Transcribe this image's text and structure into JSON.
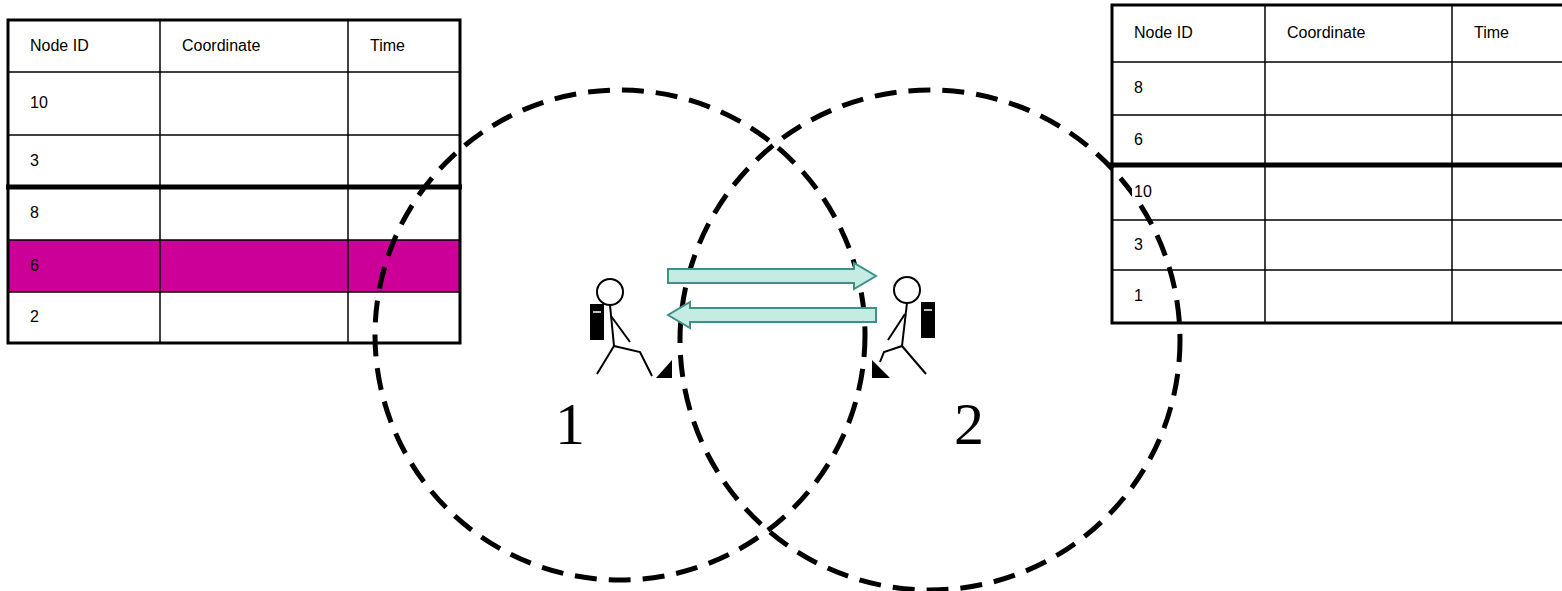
{
  "diagram": {
    "nodes": [
      {
        "text": [
          "1"
        ]
      },
      {
        "text": [
          "2"
        ]
      }
    ],
    "edges": [
      {
        "from": 0,
        "to": 1,
        "arrow": "to"
      },
      {
        "from": 1,
        "to": 0,
        "arrow": "to"
      }
    ],
    "labels": [
      "Node ID",
      "Coordinate",
      "Time",
      "10",
      "3",
      "8",
      "6",
      "2",
      "Node ID",
      "Coordinate",
      "Time",
      "8",
      "6",
      "10",
      "3",
      "1"
    ]
  }
}
